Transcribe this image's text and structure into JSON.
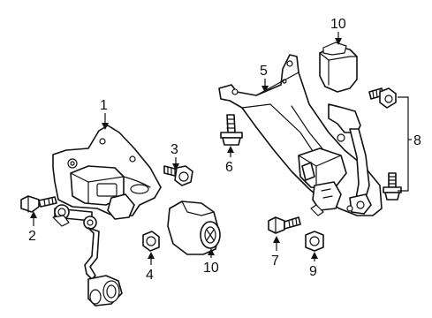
{
  "callouts": [
    {
      "id": "1",
      "text": "1"
    },
    {
      "id": "2",
      "text": "2"
    },
    {
      "id": "3",
      "text": "3"
    },
    {
      "id": "4",
      "text": "4"
    },
    {
      "id": "5",
      "text": "5"
    },
    {
      "id": "6",
      "text": "6"
    },
    {
      "id": "7",
      "text": "7"
    },
    {
      "id": "8",
      "text": "8"
    },
    {
      "id": "9",
      "text": "9"
    },
    {
      "id": "10a",
      "text": "10"
    },
    {
      "id": "10b",
      "text": "10"
    }
  ]
}
